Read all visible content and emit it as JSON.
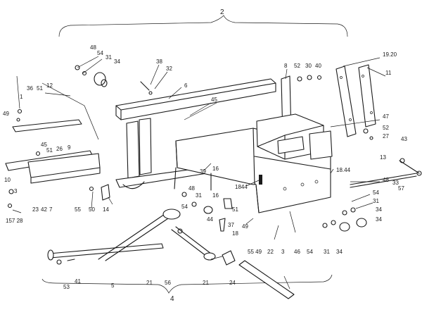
{
  "callouts": {
    "c_2": "2",
    "c_4": "4",
    "c_48a": "48",
    "c_54a": "54",
    "c_31a": "31",
    "c_34a": "34",
    "c_38": "38",
    "c_32": "32",
    "c_6": "6",
    "c_45a": "45",
    "c_8": "8",
    "c_52a": "52",
    "c_30": "30",
    "c_40": "40",
    "c_1920": "19.20",
    "c_11": "11",
    "c_36": "36",
    "c_51a": "51",
    "c_12": "12",
    "c_49a": "49",
    "c_1a": "1",
    "c_45b": "45",
    "c_51b": "51",
    "c_26": "26",
    "c_9": "9",
    "c_10": "10",
    "c_3": "3",
    "c_15728": "157 28",
    "c_23": "23",
    "c_42": "42",
    "c_7": "7",
    "c_55a": "55",
    "c_50": "50",
    "c_14": "14",
    "c_39": "39",
    "c_16a": "16",
    "c_1844a": "18.44",
    "c_1844b": "1844",
    "c_48b": "48",
    "c_31b": "31",
    "c_54b": "54",
    "c_16b": "16",
    "c_44": "44",
    "c_37": "37",
    "c_18": "18",
    "c_51c": "51",
    "c_49b": "49",
    "c_47": "47",
    "c_52b": "52",
    "c_27": "27",
    "c_43": "43",
    "c_13": "13",
    "c_48c": "48",
    "c_33": "33",
    "c_57": "57",
    "c_54c": "54",
    "c_31c": "31",
    "c_34b": "34",
    "c_34c": "34",
    "c_5549": "55 49",
    "c_22": "22",
    "c_3b": "3",
    "c_46": "46",
    "c_54d": "54",
    "c_31d": "31",
    "c_34d": "34",
    "c_5": "5",
    "c_21a": "21",
    "c_56": "56",
    "c_21b": "21",
    "c_24": "24",
    "c_53": "53",
    "c_41": "41"
  }
}
